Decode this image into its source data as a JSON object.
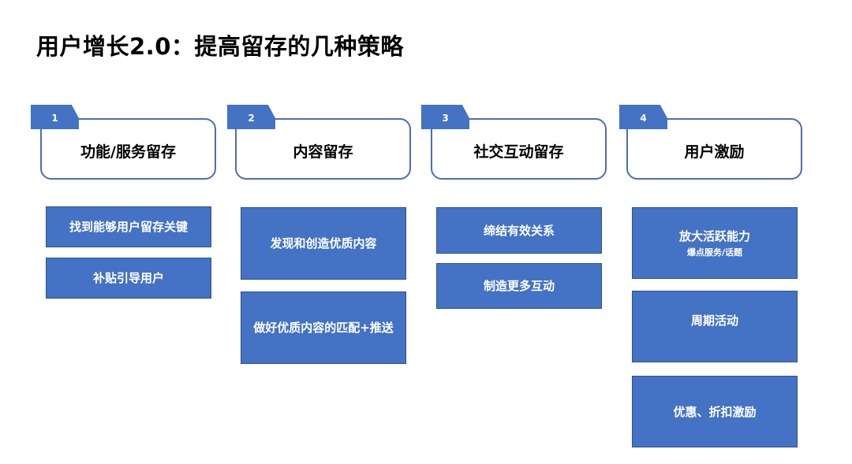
{
  "title": "用户增长2.0：提高留存的几种策略",
  "columns": [
    {
      "number": "1",
      "label": "功能/服务留存",
      "items": [
        {
          "text": "找到能够用户留存关键"
        },
        {
          "text": "补贴引导用户"
        }
      ]
    },
    {
      "number": "2",
      "label": "内容留存",
      "items": [
        {
          "text": "发现和创造优质内容"
        },
        {
          "text": "做好优质内容的匹配+推送"
        }
      ]
    },
    {
      "number": "3",
      "label": "社交互动留存",
      "items": [
        {
          "text": "缔结有效关系"
        },
        {
          "text": "制造更多互动"
        }
      ]
    },
    {
      "number": "4",
      "label": "用户激励",
      "items": [
        {
          "text": "放大活跃能力",
          "sub": "爆点服务/话题"
        },
        {
          "text": "周期活动"
        },
        {
          "text": "优惠、折扣激励"
        }
      ]
    }
  ],
  "colors": {
    "box_fill": "#4472c4",
    "card_border": "#4a6fb5",
    "tab_fill": "#4472c4"
  }
}
